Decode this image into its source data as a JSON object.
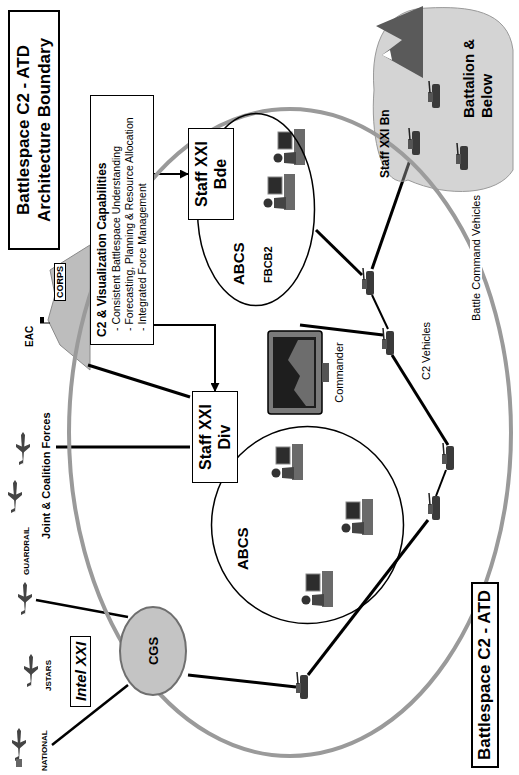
{
  "diagram": {
    "title": "Battlespace C2 - ATD Architecture Boundary",
    "nodes": [
      {
        "text": [
          "Battlespace C2 - ATD"
        ]
      },
      {
        "text": [
          "CGS"
        ]
      },
      {
        "text": [
          "ABCS"
        ],
        "in": 0
      },
      {
        "text": [
          "Staff XXI Div"
        ],
        "in": 0
      },
      {
        "text": [
          "Commander"
        ],
        "in": 0
      },
      {
        "text": [
          "ABCS",
          "FBCB2"
        ],
        "in": 0
      },
      {
        "text": [
          "Staff XXI Bde"
        ],
        "in": 0
      },
      {
        "text": [
          "C2 & Visualization Capabilities",
          "- Consistent Battlespace Understanding",
          "- Forecasting, Planning & Resource Allocation",
          "- Integrated Force Management"
        ]
      },
      {
        "text": [
          "Battalion & Below"
        ]
      }
    ],
    "edges": [
      {
        "from": 7,
        "to": 3,
        "arrow": "to"
      },
      {
        "from": 7,
        "to": 6,
        "arrow": "to"
      }
    ],
    "labels": [
      "NATIONAL",
      "JSTARS",
      "GUARDRAIL",
      "Intel XXI",
      "Joint & Coalition Forces",
      "EAC",
      "CORPS",
      "C2 Vehicles",
      "Battle Command Vehicles",
      "Staff XXI Bn"
    ]
  }
}
